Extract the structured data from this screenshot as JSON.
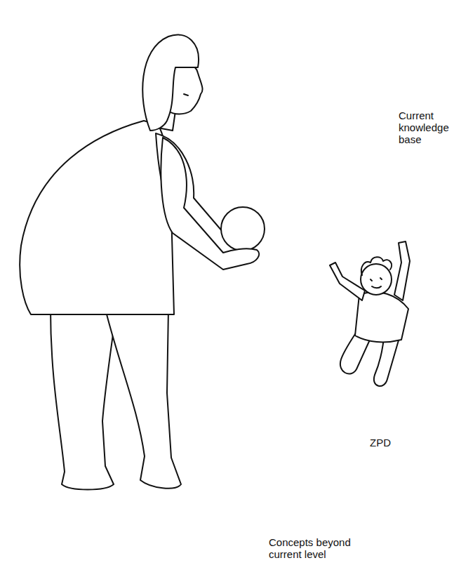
{
  "diagram": {
    "nodes": [
      {
        "text": [
          "Concepts beyond current level"
        ]
      },
      {
        "text": [
          "ZPD"
        ],
        "in": 0
      },
      {
        "text": [
          "Current knowledge base"
        ],
        "in": 1
      }
    ]
  }
}
